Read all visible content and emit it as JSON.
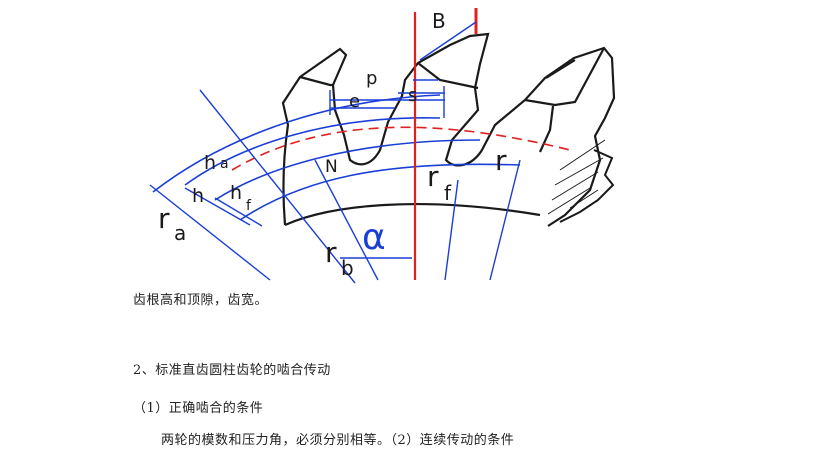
{
  "figure": {
    "labels": {
      "B": "B",
      "p": "p",
      "e": "e",
      "s": "s",
      "ha": "h",
      "ha_sub": "a",
      "h": "h",
      "hf": "h",
      "hf_sub": "f",
      "ra": "r",
      "ra_sub": "a",
      "rb": "r",
      "rb_sub": "b",
      "rf": "r",
      "rf_sub": "f",
      "r": "r",
      "N": "N",
      "alpha": "α"
    },
    "colors": {
      "gear_outline": "#1a1a1a",
      "dimension_lines": "#1a3fd6",
      "pitch_circle_and_axis": "#e02020"
    }
  },
  "text": {
    "caption": "齿根高和顶隙，齿宽。",
    "heading": "2、标准直齿圆柱齿轮的啮合传动",
    "sub": "（1）正确啮合的条件",
    "body": "两轮的模数和压力角，必须分别相等。（2）连续传动的条件"
  }
}
